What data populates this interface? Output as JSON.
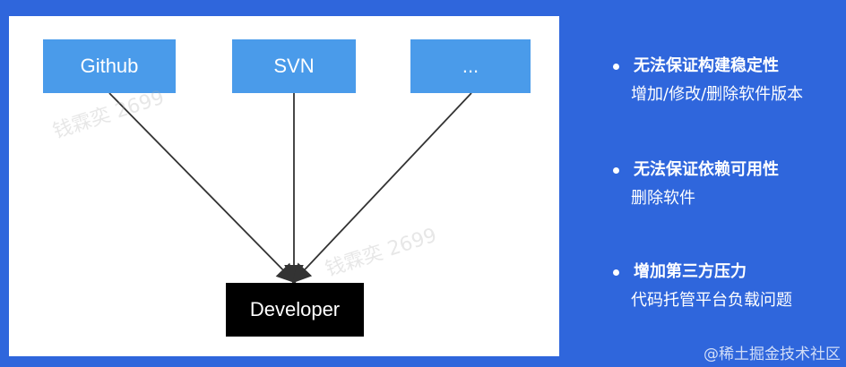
{
  "diagram": {
    "sources": [
      {
        "label": "Github"
      },
      {
        "label": "SVN"
      },
      {
        "label": "..."
      }
    ],
    "target": {
      "label": "Developer"
    },
    "edges": [
      {
        "from": "Github",
        "to": "Developer"
      },
      {
        "from": "SVN",
        "to": "Developer"
      },
      {
        "from": "...",
        "to": "Developer"
      }
    ]
  },
  "watermarks": [
    "钱霖奕 2699",
    "钱霖奕 2699"
  ],
  "bullets": [
    {
      "title": "无法保证构建稳定性",
      "detail": "增加/修改/删除软件版本"
    },
    {
      "title": "无法保证依赖可用性",
      "detail": "删除软件"
    },
    {
      "title": "增加第三方压力",
      "detail": "代码托管平台负载问题"
    }
  ],
  "footer": {
    "text": "@稀土掘金技术社区"
  },
  "colors": {
    "background": "#2f66dc",
    "panel": "#ffffff",
    "source_node": "#4a9bea",
    "target_node": "#000000",
    "edge": "#333333"
  }
}
